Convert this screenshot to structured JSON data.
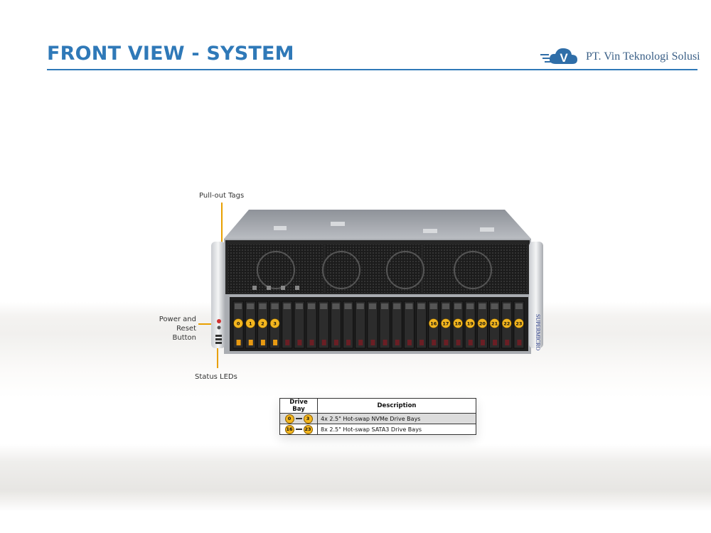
{
  "header": {
    "title": "FRONT VIEW - SYSTEM",
    "logo_text": "PT. Vin Teknologi Solusi",
    "logo_letter": "V"
  },
  "annotations": {
    "pull_out_tags": "Pull-out Tags",
    "power_reset": [
      "Power and",
      "Reset Button"
    ],
    "status_leds": "Status LEDs"
  },
  "server": {
    "brand": "SUPERMICRO",
    "nvme_bays": [
      "0",
      "1",
      "2",
      "3"
    ],
    "sata_bays": [
      "16",
      "17",
      "18",
      "19",
      "20",
      "21",
      "22",
      "23"
    ]
  },
  "table": {
    "headers": [
      "Drive Bay",
      "Description"
    ],
    "rows": [
      {
        "from": "0",
        "to": "3",
        "description": "4x 2.5\" Hot-swap NVMe Drive Bays"
      },
      {
        "from": "16",
        "to": "23",
        "description": "8x 2.5\" Hot-swap SATA3 Drive Bays"
      }
    ]
  },
  "colors": {
    "title": "#2f79b8",
    "badge": "#f3b61f",
    "callout_line": "#e8a000"
  }
}
